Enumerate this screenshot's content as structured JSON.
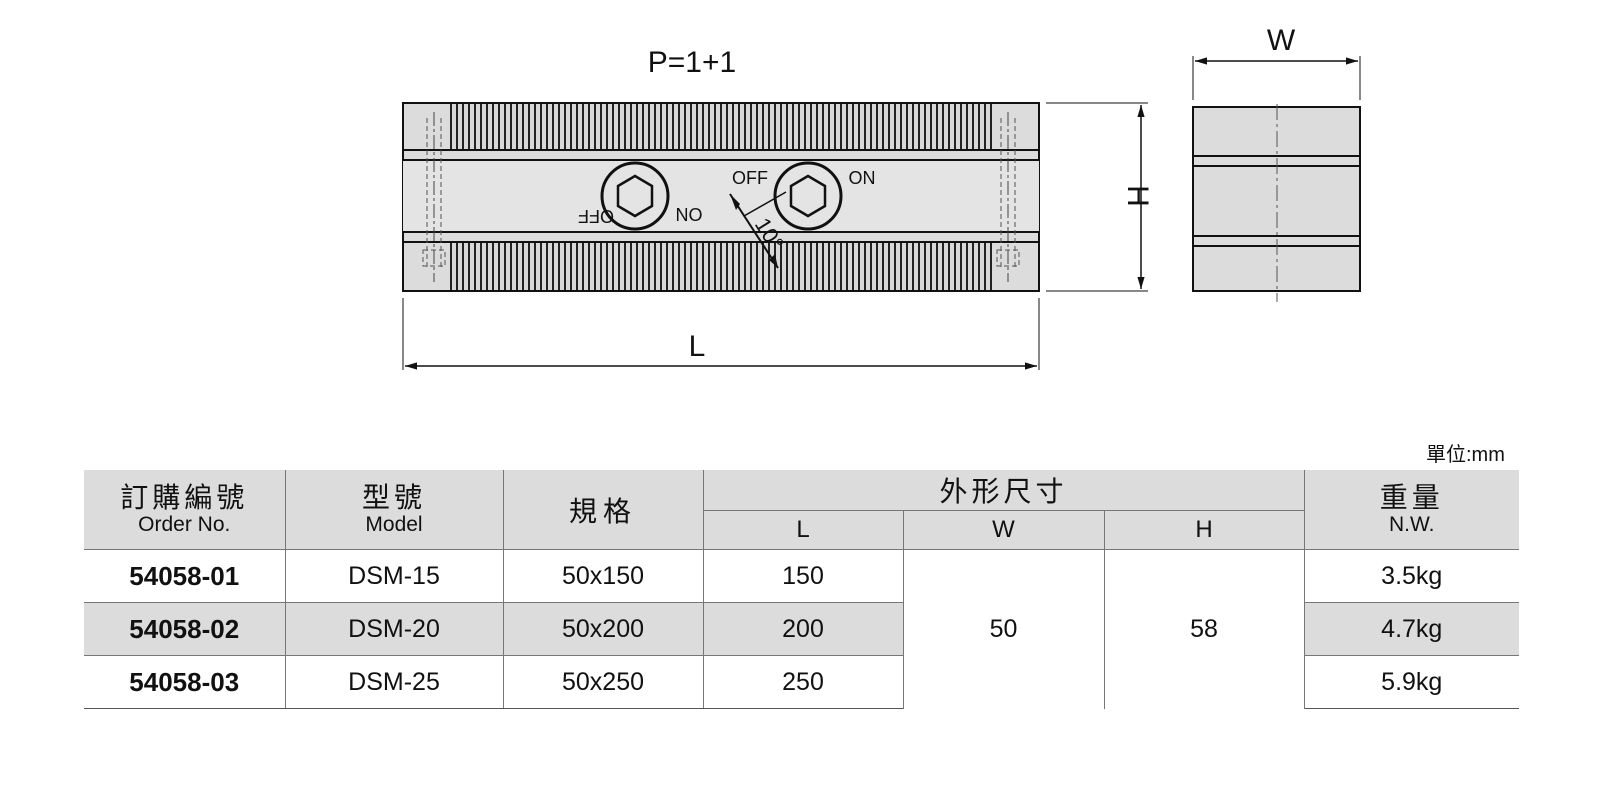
{
  "drawing": {
    "pole_label": "P=1+1",
    "dim_l": "L",
    "dim_h": "H",
    "dim_w": "W",
    "switch_off": "OFF",
    "switch_on": "ON",
    "angle_label": "10°"
  },
  "unit_note": "單位:mm",
  "table": {
    "headers": {
      "order_zh": "訂購編號",
      "order_en": "Order No.",
      "model_zh": "型號",
      "model_en": "Model",
      "spec_zh": "規格",
      "dims_zh": "外形尺寸",
      "l": "L",
      "w": "W",
      "h": "H",
      "weight_zh": "重量",
      "weight_en": "N.W."
    },
    "rows": [
      {
        "order": "54058-01",
        "model": "DSM-15",
        "spec": "50x150",
        "l": "150",
        "nw": "3.5kg"
      },
      {
        "order": "54058-02",
        "model": "DSM-20",
        "spec": "50x200",
        "l": "200",
        "nw": "4.7kg"
      },
      {
        "order": "54058-03",
        "model": "DSM-25",
        "spec": "50x250",
        "l": "250",
        "nw": "5.9kg"
      }
    ],
    "shared_w": "50",
    "shared_h": "58"
  }
}
